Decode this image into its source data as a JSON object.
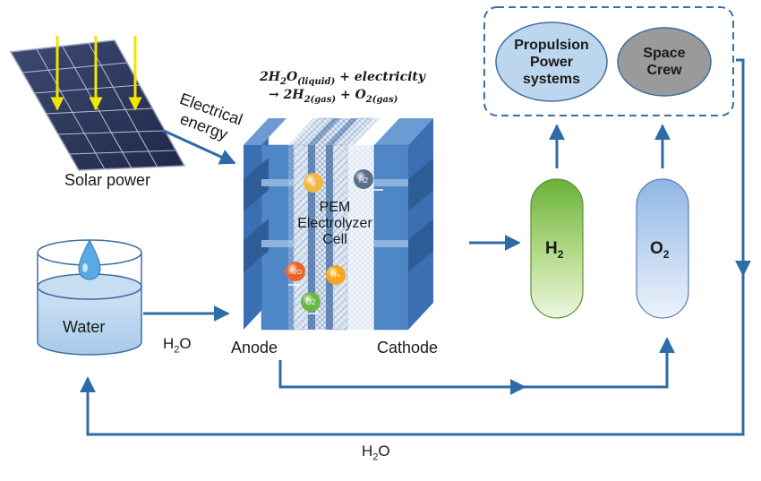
{
  "equation": {
    "lhs": "2H",
    "lhs_sub": "2",
    "lhs_o": "O",
    "lhs_state": "(liquid)",
    "lhs_tail": "+ electricity",
    "arrow": "→",
    "rhs_a": "2H",
    "rhs_a_sub": "2(gas)",
    "plus": "+",
    "rhs_b": "O",
    "rhs_b_sub": "2(gas)"
  },
  "labels": {
    "solar_power": "Solar power",
    "electrical": "Electrical",
    "energy": "energy",
    "water": "Water",
    "h2o_left_main": "H",
    "h2o_left_sub": "2",
    "h2o_left_end": "O",
    "anode": "Anode",
    "cathode": "Cathode",
    "cell_line1": "PEM",
    "cell_line2": "Electrolyzer",
    "cell_line3": "Cell",
    "h2o_bottom_main": "H",
    "h2o_bottom_sub": "2",
    "h2o_bottom_end": "O",
    "propulsion_1": "Propulsion",
    "propulsion_2": "Power",
    "propulsion_3": "systems",
    "space": "Space",
    "crew": "Crew"
  },
  "tanks": {
    "h2_main": "H",
    "h2_sub": "2",
    "o2_main": "O",
    "o2_sub": "2"
  },
  "particles": {
    "electron": "e-",
    "hydrogen": "H2",
    "water": "H2O",
    "proton": "H+",
    "oxygen": "O2"
  },
  "colors": {
    "arrow": "#2e6ca8",
    "cell_blue": "#4f86c6",
    "h2_tank": "#8fc45e",
    "o2_tank": "#a9c6e8",
    "propulsion": "#bcd6ee",
    "crew": "#9a9a9a"
  }
}
